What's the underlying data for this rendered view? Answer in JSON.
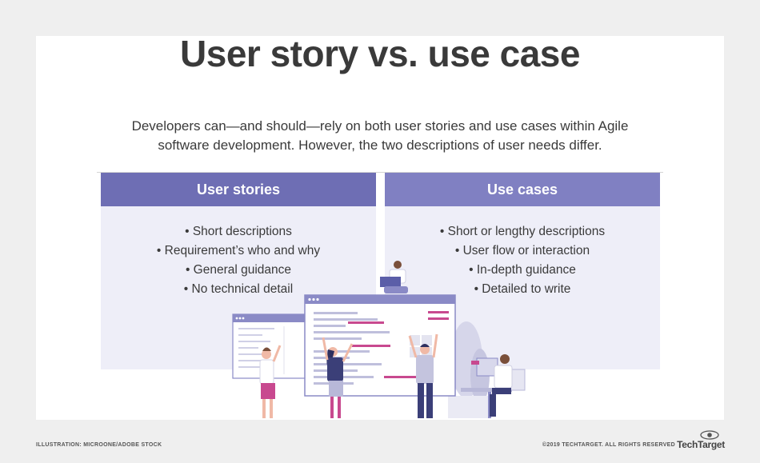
{
  "heading": {
    "title": "User story vs. use case",
    "subtitle_line1": "Developers can—and should—rely on both user stories and use cases within Agile",
    "subtitle_line2": "software development. However, the two descriptions of user needs differ."
  },
  "columns": [
    {
      "header": "User stories",
      "items": [
        "Short descriptions",
        "Requirement’s who and why",
        "General guidance",
        "No technical detail"
      ]
    },
    {
      "header": "Use cases",
      "items": [
        "Short or lengthy descriptions",
        "User flow or interaction",
        "In-depth guidance",
        "Detailed to write"
      ]
    }
  ],
  "footer": {
    "credit": "ILLUSTRATION: MICROONE/ADOBE STOCK",
    "copyright": "©2019 TECHTARGET. ALL RIGHTS RESERVED",
    "brand": "TechTarget"
  },
  "colors": {
    "header_left": "#6e6eb4",
    "header_right": "#8080c2",
    "panel": "#eeeef8",
    "accent_pink": "#c8498f"
  }
}
